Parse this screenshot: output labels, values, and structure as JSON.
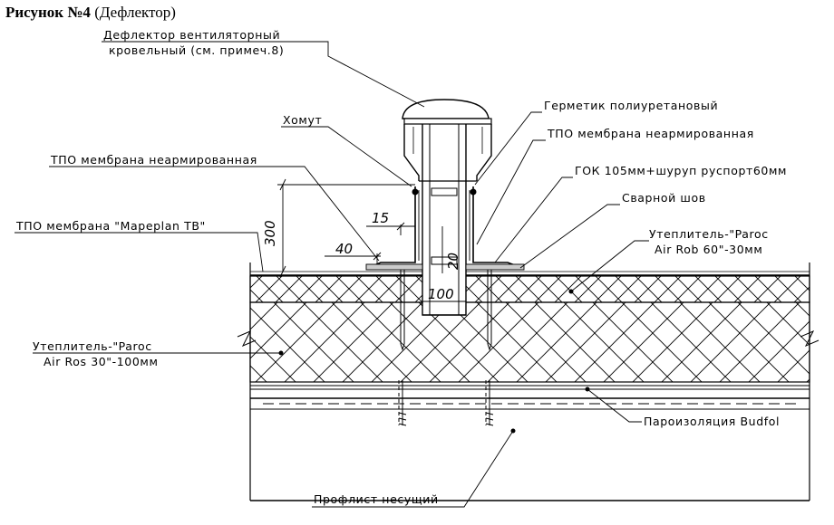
{
  "title": {
    "bold": "Рисунок №4",
    "rest": "(Дефлектор)"
  },
  "labels": {
    "deflector_1": "Дефлектор вентиляторный",
    "deflector_2": "кровельный (см. примеч.8)",
    "clamp": "Хомут",
    "tpo_left": "ТПО мембрана неармированная",
    "tpo_mapeplan": "ТПО мембрана \"Mapeplan TB\"",
    "insul_left_1": "Утеплитель-\"Paroc",
    "insul_left_2": "Air Ros 30\"-100мм",
    "sealant": "Герметик полиуретановый",
    "tpo_right": "ТПО мембрана неармированная",
    "gok": "ГОК 105мм+шуруп руспорт60мм",
    "weld": "Сварной шов",
    "insul_right_1": "Утеплитель-\"Paroc",
    "insul_right_2": "Air Rob 60\"-30мм",
    "vapor": "Пароизоляция Budfol",
    "profile": "Профлист несущий"
  },
  "dimensions": {
    "height_300": "300",
    "d15": "15",
    "d40": "40",
    "d20": "20",
    "d100": "100"
  }
}
